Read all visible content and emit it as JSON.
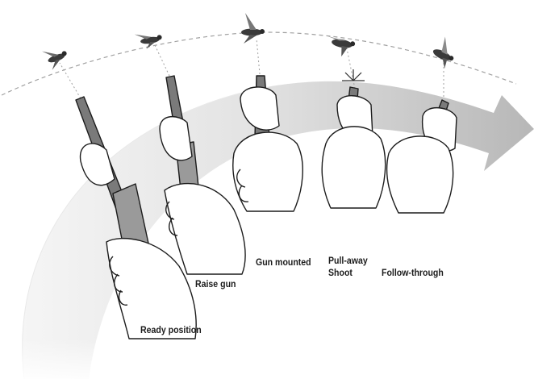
{
  "figure": {
    "stages": [
      {
        "label": "Ready position"
      },
      {
        "label": "Raise gun"
      },
      {
        "label": "Gun mounted"
      },
      {
        "label": "Pull-away",
        "label2": "Shoot"
      },
      {
        "label": "Follow-through"
      }
    ],
    "colors": {
      "arrow_light": "#f2f2f2",
      "arrow_dark": "#b9b9b9",
      "ink": "#1c1c1c",
      "skin": "#ffffff",
      "gun_metal": "#7a7a7a",
      "stock": "#9a9a9a",
      "flight_path": "#9a9a9a"
    },
    "icons": [
      "duck-icon",
      "muzzle-flash-icon"
    ]
  }
}
